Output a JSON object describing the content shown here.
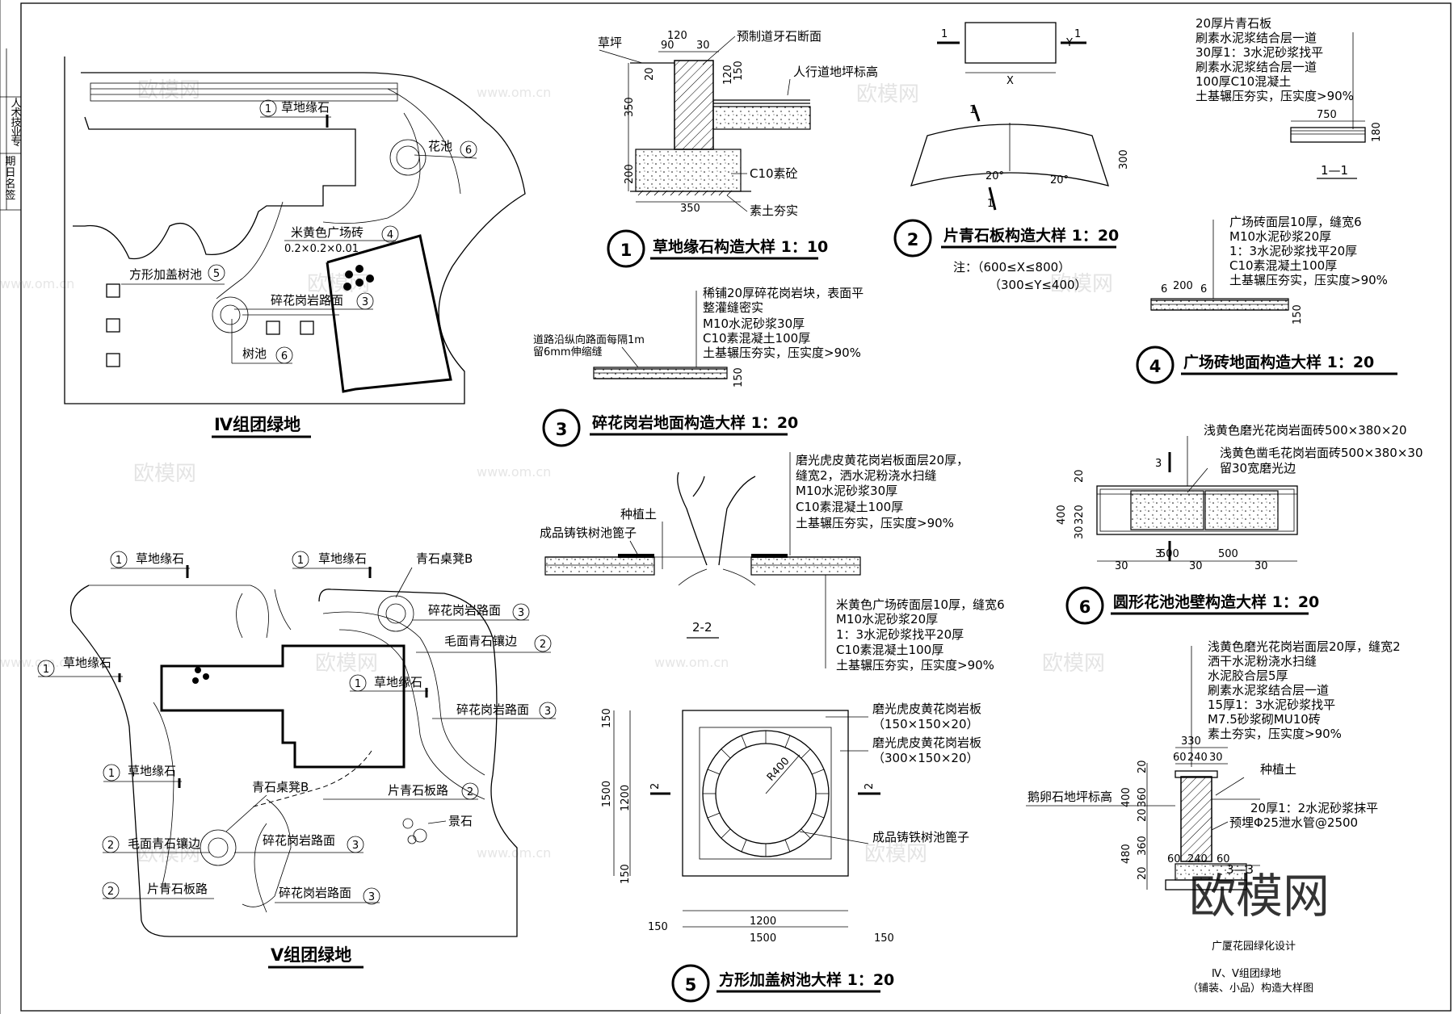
{
  "watermark": {
    "brand": "欧模网",
    "site": "www.om.cn"
  },
  "title_block": {
    "project": "广厦花园绿化设计",
    "drawing_line1": "Ⅳ、Ⅴ组团绿地",
    "drawing_line2": "（铺装、小品）构造大样图",
    "side_chars": [
      "签",
      "名",
      "日",
      "期",
      "专",
      "业",
      "技",
      "术",
      "人"
    ]
  },
  "plan4": {
    "title": "Ⅳ组团绿地",
    "labels": {
      "edge_stone": "草地缘石",
      "flower_pool": "花池",
      "plaza_tile": "米黄色广场砖",
      "plaza_tile_size": "0.2×0.2×0.01",
      "square_pool": "方形加盖树池",
      "granite_road": "碎花岗岩路面",
      "tree_pool": "树池"
    },
    "marks": {
      "n1": "1",
      "n3": "3",
      "n4": "4",
      "n5": "5",
      "n6": "6"
    }
  },
  "plan5": {
    "title": "Ⅴ组团绿地",
    "labels": {
      "edge_stone": "草地缘石",
      "bench_b": "青石桌凳B",
      "granite_road": "碎花岗岩路面",
      "rough_edge": "毛面青石镶边",
      "slate_path": "片青石板路",
      "rock": "景石"
    },
    "marks": {
      "n1": "1",
      "n2": "2",
      "n3": "3"
    }
  },
  "detail1": {
    "num": "1",
    "title": "草地缘石构造大样  1：10",
    "labels": {
      "lawn": "草坪",
      "curb": "预制道牙石断面",
      "walk_level": "人行道地坪标高",
      "concrete": "C10素砼",
      "soil": "素土夯实"
    },
    "dims": {
      "d120": "120",
      "d90": "90",
      "d30": "30",
      "d20": "20",
      "d350v": "350",
      "d200": "200",
      "d350h": "350",
      "d120b": "120",
      "d150": "150"
    }
  },
  "detail2": {
    "num": "2",
    "title": "片青石板构造大样  1：20",
    "labels": {
      "x": "X",
      "y": "Y",
      "mark1": "1",
      "r20a": "20°",
      "r20b": "20°",
      "d300": "300"
    },
    "notes": {
      "n1": "注：（600≤X≤800）",
      "n2": "（300≤Y≤400）"
    }
  },
  "detail3": {
    "num": "3",
    "title": "碎花岗岩地面构造大样  1：20",
    "layers": [
      "稀铺20厚碎花岗岩块，表面平",
      "整灌缝密实",
      "M10水泥砂浆30厚",
      "C10素混凝土100厚",
      "土基辗压夯实，压实度>90%"
    ],
    "note1": "道路沿纵向路面每隔1m",
    "note2": "留6mm伸缩缝",
    "dim": "150"
  },
  "section11": {
    "layers": [
      "20厚片青石板",
      "刷素水泥浆结合层一道",
      "30厚1：3水泥砂浆找平",
      "刷素水泥浆结合层一道",
      "100厚C10混凝土",
      "土基辗压夯实，压实度>90%"
    ],
    "dim_w": "750",
    "dim_h": "180",
    "caption": "1—1"
  },
  "detail4": {
    "num": "4",
    "title": "广场砖地面构造大样  1：20",
    "layers": [
      "广场砖面层10厚，缝宽6",
      "M10水泥砂浆20厚",
      "1：3水泥砂浆找平20厚",
      "C10素混凝土100厚",
      "土基辗压夯实，压实度>90%"
    ],
    "dims": {
      "d6a": "6",
      "d200": "200",
      "d6b": "6",
      "d150": "150"
    }
  },
  "section22": {
    "caption": "2-2",
    "top_layers": [
      "磨光虎皮黄花岗岩板面层20厚，",
      "缝宽2，洒水泥粉浇水扫缝",
      "M10水泥砂浆30厚",
      "C10素混凝土100厚",
      "土基辗压夯实，压实度>90%"
    ],
    "soil": "种植土",
    "grate": "成品铸铁树池篦子",
    "bottom_layers": [
      "米黄色广场砖面层10厚，缝宽6",
      "M10水泥砂浆20厚",
      "1：3水泥砂浆找平20厚",
      "C10素混凝土100厚",
      "土基辗压夯实，压实度>90%"
    ]
  },
  "detail5": {
    "num": "5",
    "title": "方形加盖树池大样  1：20",
    "labels": {
      "board1": "磨光虎皮黄花岗岩板",
      "board1_size": "（150×150×20）",
      "board2": "磨光虎皮黄花岗岩板",
      "board2_size": "（300×150×20）",
      "grate": "成品铸铁树池篦子",
      "radius": "R400",
      "mark": "2"
    },
    "dims": {
      "v150a": "150",
      "v1200": "1200",
      "v1500": "1500",
      "v150b": "150",
      "h150a": "150",
      "h1200": "1200",
      "h1500": "1500",
      "h150b": "150"
    }
  },
  "detail6": {
    "num": "6",
    "title": "圆形花池池壁构造大样  1：20",
    "labels": {
      "face1": "浅黄色磨光花岗岩面砖500×380×20",
      "face2": "浅黄色凿毛花岗岩面砖500×380×30",
      "face3": "留30宽磨光边",
      "mark": "3"
    },
    "dims": {
      "d400": "400",
      "d20": "20",
      "d320": "320",
      "d30v": "30",
      "h30a": "30",
      "h500a": "500",
      "h30b": "30",
      "h500b": "500",
      "h30c": "30"
    }
  },
  "section33": {
    "caption": "3—3",
    "layers": [
      "浅黄色磨光花岗岩面层20厚，缝宽2",
      "洒干水泥粉浇水扫缝",
      "水泥胶合层5厚",
      "刷素水泥浆结合层一道",
      "15厚1：3水泥砂浆找平",
      "M7.5砂浆砌MU10砖",
      "素土夯实，压实度>90%"
    ],
    "soil": "种植土",
    "pebble": "鹅卵石地坪标高",
    "plaster": "20厚1：2水泥砂浆抹平",
    "drain": "预埋Φ25泄水管@2500",
    "dims": {
      "w330": "330",
      "w60": "60",
      "w240": "240",
      "w30": "30",
      "b60": "60",
      "b240": "240",
      "b60b": "60",
      "v20a": "20",
      "v360a": "360",
      "v400": "400",
      "v20b": "20",
      "v480": "480",
      "v360b": "360",
      "v20c": "20"
    }
  }
}
